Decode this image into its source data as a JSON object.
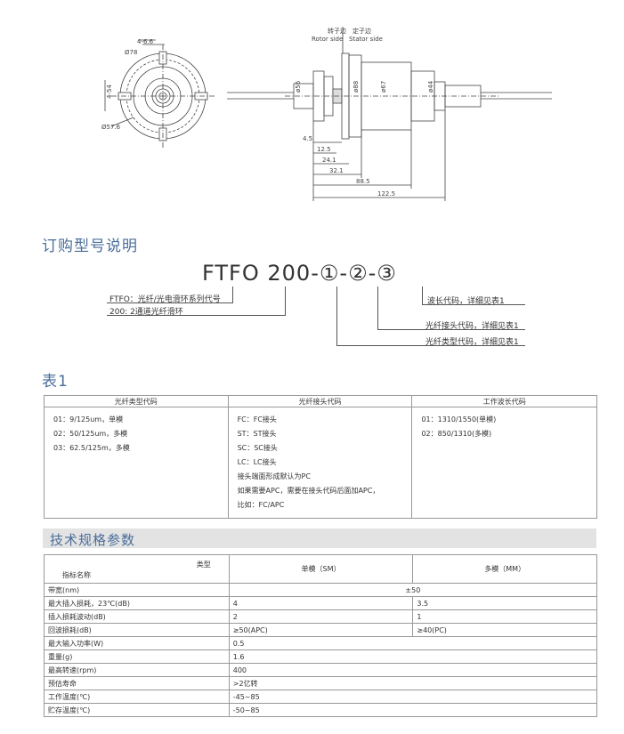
{
  "drawing": {
    "labels": {
      "rotor_cn": "转子边",
      "stator_cn": "定子边",
      "rotor_en": "Rotor side",
      "stator_en": "Stator side",
      "holes": "4-6.6",
      "d78": "Ø78",
      "d574": "Ø57.6",
      "side_dim": "4-54",
      "d56": "ø56",
      "d88": "ø88",
      "d67": "ø67",
      "d44": "ø44",
      "l45": "4.5",
      "l125": "12.5",
      "l241": "24.1",
      "l321": "32.1",
      "l885": "88.5",
      "l1225": "122.5"
    }
  },
  "ordering": {
    "title": "订购型号说明",
    "code_prefix": "FTFO",
    "code_channels": "200",
    "dash": "-",
    "circ1": "①",
    "circ2": "②",
    "circ3": "③",
    "note_ftfo": "FTFO：光纤/光电滑环系列代号",
    "note_200": "200: 2通道光纤滑环",
    "note_3": "波长代码，详细见表1",
    "note_2": "光纤接头代码，详细见表1",
    "note_1": "光纤类型代码，详细见表1"
  },
  "table1": {
    "title": "表1",
    "headers": [
      "光纤类型代码",
      "光纤接头代码",
      "工作波长代码"
    ],
    "col1": [
      "01：9/125um，单模",
      "02：50/125um，多模",
      "03：62.5/125m，多模"
    ],
    "col2": [
      "FC：FC接头",
      "ST：ST接头",
      "SC：SC接头",
      "LC：LC接头",
      "接头端面形成默认为PC",
      "如果需要APC，需要在接头代码后面加APC，",
      "比如：FC/APC"
    ],
    "col3": [
      "01：1310/1550(单模)",
      "02：850/1310(多模)"
    ]
  },
  "specs": {
    "title": "技术规格参数",
    "header_name": "指标名称",
    "header_type": "类型",
    "header_sm": "单模（SM）",
    "header_mm": "多模（MM）",
    "rows": [
      {
        "name": "带宽(nm)",
        "merged": "±50"
      },
      {
        "name": "最大插入损耗，23℃(dB)",
        "sm": "4",
        "mm": "3.5"
      },
      {
        "name": "插入损耗波动(dB)",
        "sm": "2",
        "mm": "1"
      },
      {
        "name": "回波损耗(dB)",
        "sm": "≥50(APC)",
        "mm": "≥40(PC)"
      },
      {
        "name": "最大输入功率(W)",
        "merged": "0.5"
      },
      {
        "name": "重量(g)",
        "merged": "1.6"
      },
      {
        "name": "最高转速(rpm)",
        "merged": "400"
      },
      {
        "name": "预估寿命",
        "merged": ">2亿转"
      },
      {
        "name": "工作温度(℃)",
        "merged": "-45~85"
      },
      {
        "name": "贮存温度(℃)",
        "merged": "-50~85"
      }
    ]
  }
}
